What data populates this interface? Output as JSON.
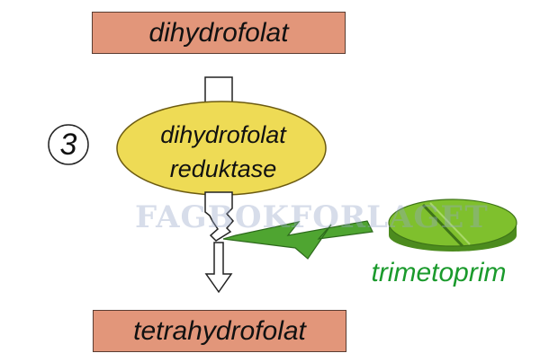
{
  "substrate": "dihydrofolat",
  "product": "tetrahydrofolat",
  "step_number": "3",
  "enzyme": {
    "line1": "dihydrofolat",
    "line2": "reduktase"
  },
  "inhibitor": "trimetoprim",
  "watermark": "FAGBOKFORLAGET",
  "colors": {
    "box_fill": "#e2967a",
    "enzyme_fill": "#eedb55",
    "lightning_fill": "#4fa531",
    "pill_fill": "#7fc02d",
    "inhibitor_text": "#1a9a2c"
  }
}
